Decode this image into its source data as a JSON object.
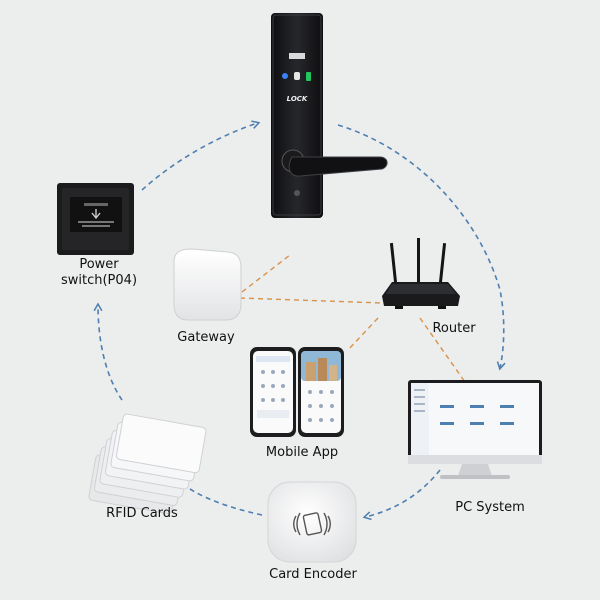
{
  "labels": {
    "power_switch_line1": "Power",
    "power_switch_line2": "switch(P04)",
    "gateway": "Gateway",
    "router": "Router",
    "mobile_app": "Mobile App",
    "pc_system": "PC System",
    "rfid_cards": "RFID Cards",
    "card_encoder": "Card Encoder"
  },
  "lock_logo": "LOCK",
  "colors": {
    "background": "#eceded",
    "cycle_arrow": "#4d7fb0",
    "network_link": "#d9924a"
  }
}
